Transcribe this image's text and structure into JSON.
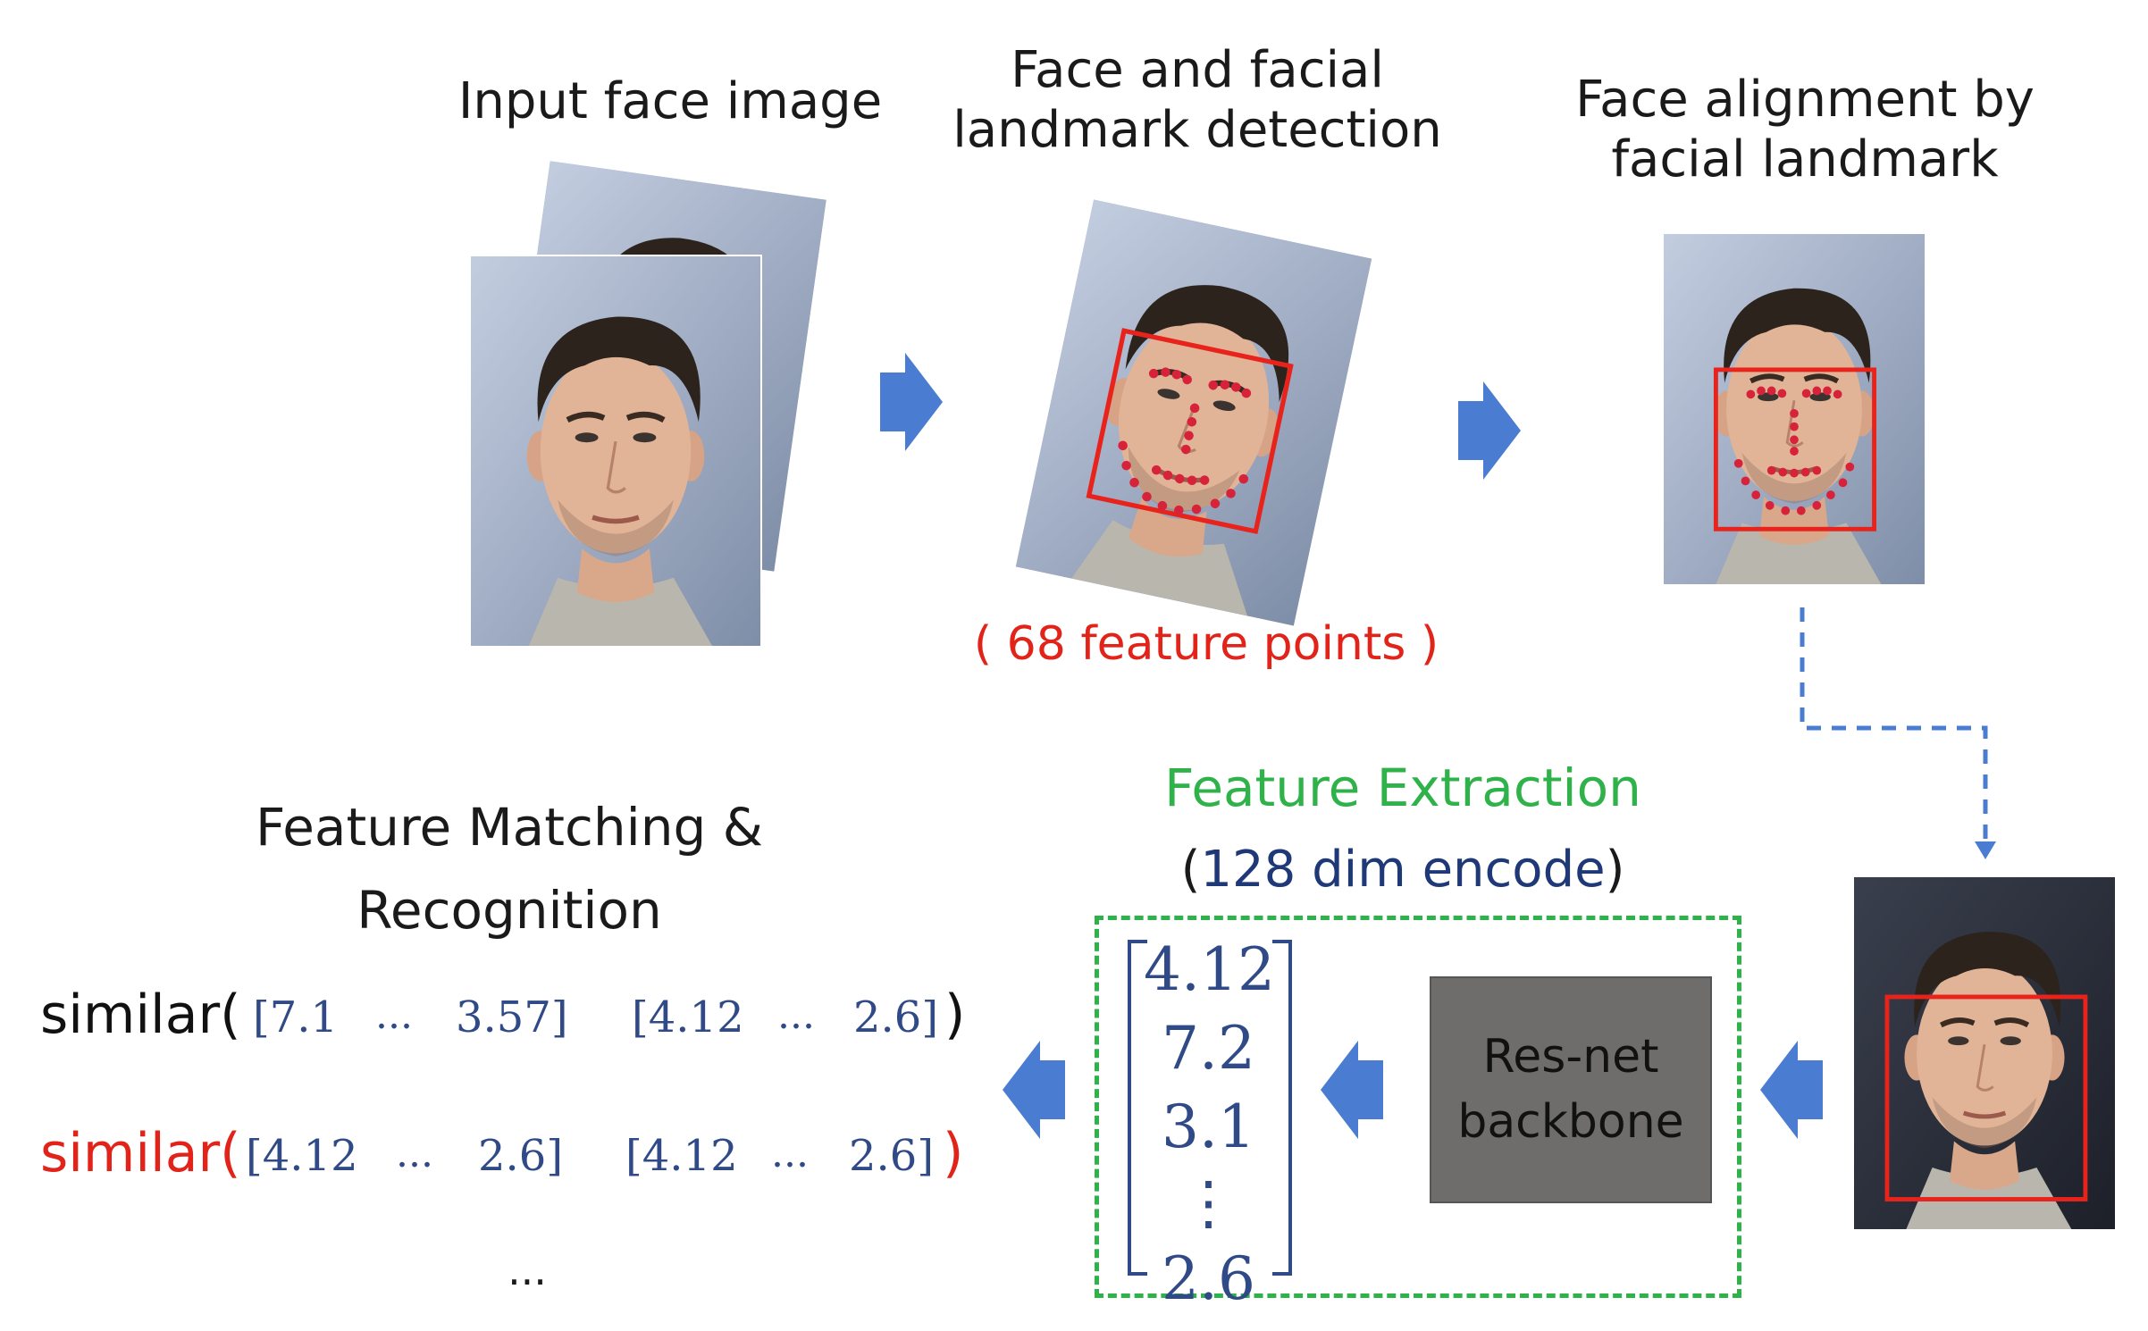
{
  "steps": {
    "input": {
      "title": "Input face image"
    },
    "detect": {
      "title_line1": "Face and facial",
      "title_line2": "landmark detection",
      "caption": "( 68 feature points )"
    },
    "align": {
      "title_line1": "Face alignment by",
      "title_line2": "facial landmark"
    },
    "extract": {
      "title": "Feature Extraction",
      "subtitle_open": "(",
      "subtitle_inner": "128 dim encode",
      "subtitle_close": ")"
    },
    "backbone": {
      "line1": "Res-net",
      "line2": "backbone"
    },
    "match": {
      "title_line1": "Feature Matching &",
      "title_line2": "Recognition"
    }
  },
  "vector": {
    "values": [
      "4.12",
      "7.2",
      "3.1",
      "⋮",
      "2.6"
    ]
  },
  "similar_rows": [
    {
      "func": "similar(",
      "a_first": "[7.1",
      "a_dots": "...",
      "a_last": "3.57]",
      "b_first": "[4.12",
      "b_dots": "...",
      "b_last": "2.6]",
      "close": ")",
      "color": "#111111"
    },
    {
      "func": "similar(",
      "a_first": "[4.12",
      "a_dots": "...",
      "a_last": "2.6]",
      "b_first": "[4.12",
      "b_dots": "...",
      "b_last": "2.6]",
      "close": ")",
      "color": "#e2231a"
    }
  ],
  "more": "...",
  "colors": {
    "arrow": "#4a7dd2",
    "box": "#e8231b",
    "landmark": "#d6233a",
    "green": "#2fb24a",
    "navy": "#1e3878",
    "backbone_bg": "#6e6d6b"
  }
}
